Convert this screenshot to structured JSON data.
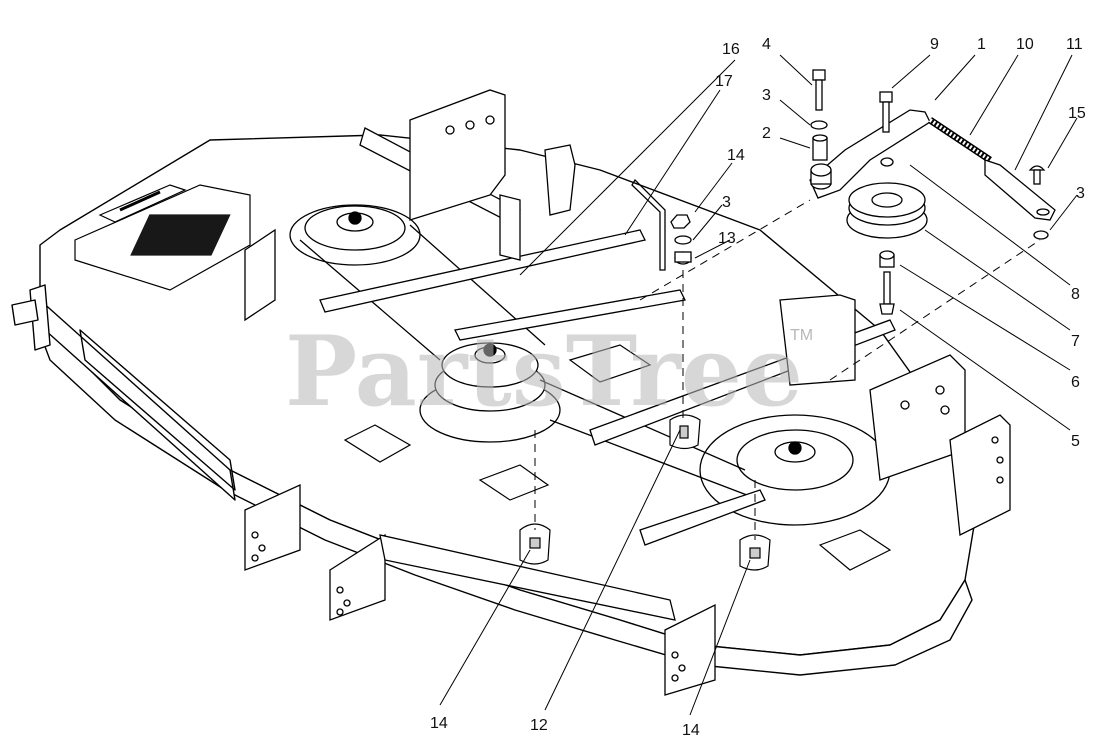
{
  "watermark": {
    "text": "PartsTree",
    "trademark": "TM",
    "color": "#b8b8b8"
  },
  "line_color": "#000000",
  "callouts": [
    {
      "id": "c16",
      "label": "16"
    },
    {
      "id": "c17",
      "label": "17"
    },
    {
      "id": "c4",
      "label": "4"
    },
    {
      "id": "c9",
      "label": "9"
    },
    {
      "id": "c1",
      "label": "1"
    },
    {
      "id": "c10",
      "label": "10"
    },
    {
      "id": "c11",
      "label": "11"
    },
    {
      "id": "c3a",
      "label": "3"
    },
    {
      "id": "c15",
      "label": "15"
    },
    {
      "id": "c2",
      "label": "2"
    },
    {
      "id": "c14a",
      "label": "14"
    },
    {
      "id": "c3b",
      "label": "3"
    },
    {
      "id": "c13",
      "label": "13"
    },
    {
      "id": "c3c",
      "label": "3"
    },
    {
      "id": "c8",
      "label": "8"
    },
    {
      "id": "c7",
      "label": "7"
    },
    {
      "id": "c6",
      "label": "6"
    },
    {
      "id": "c5",
      "label": "5"
    },
    {
      "id": "c14b",
      "label": "14"
    },
    {
      "id": "c12",
      "label": "12"
    },
    {
      "id": "c14c",
      "label": "14"
    }
  ]
}
